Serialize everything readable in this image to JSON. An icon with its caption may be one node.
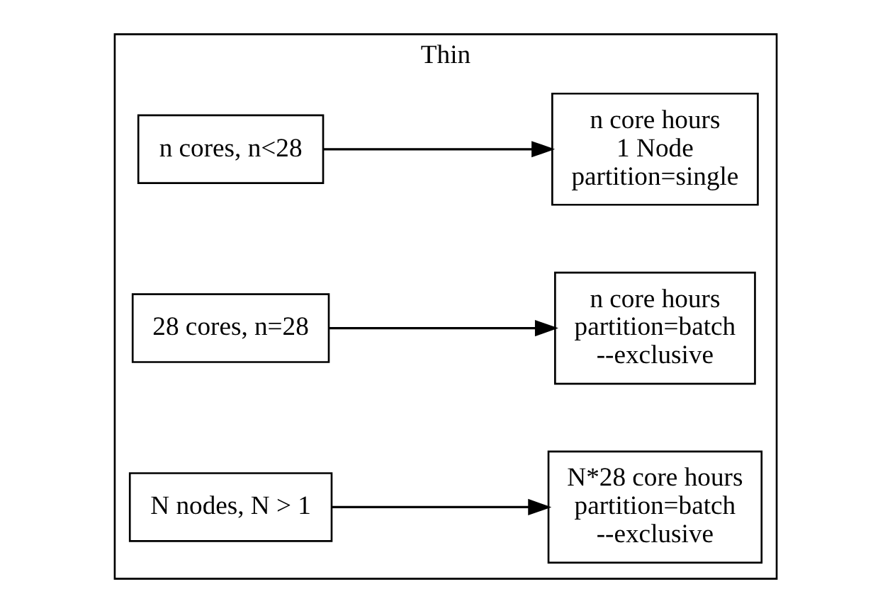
{
  "diagram": {
    "nodes": [
      {
        "text": [
          "Thin"
        ]
      },
      {
        "text": [
          "n cores, n<28"
        ],
        "in": 0
      },
      {
        "text": [
          "n core hours",
          "1 Node",
          "partition=single"
        ],
        "in": 0
      },
      {
        "text": [
          "28 cores, n=28"
        ],
        "in": 0
      },
      {
        "text": [
          "n core hours",
          "partition=batch",
          "--exclusive"
        ],
        "in": 0
      },
      {
        "text": [
          "N nodes, N > 1"
        ],
        "in": 0
      },
      {
        "text": [
          "N*28 core hours",
          "partition=batch",
          "--exclusive"
        ],
        "in": 0
      }
    ],
    "edges": [
      {
        "from": 1,
        "to": 2,
        "arrow": "to"
      },
      {
        "from": 3,
        "to": 4,
        "arrow": "to"
      },
      {
        "from": 5,
        "to": 6,
        "arrow": "to"
      }
    ]
  }
}
